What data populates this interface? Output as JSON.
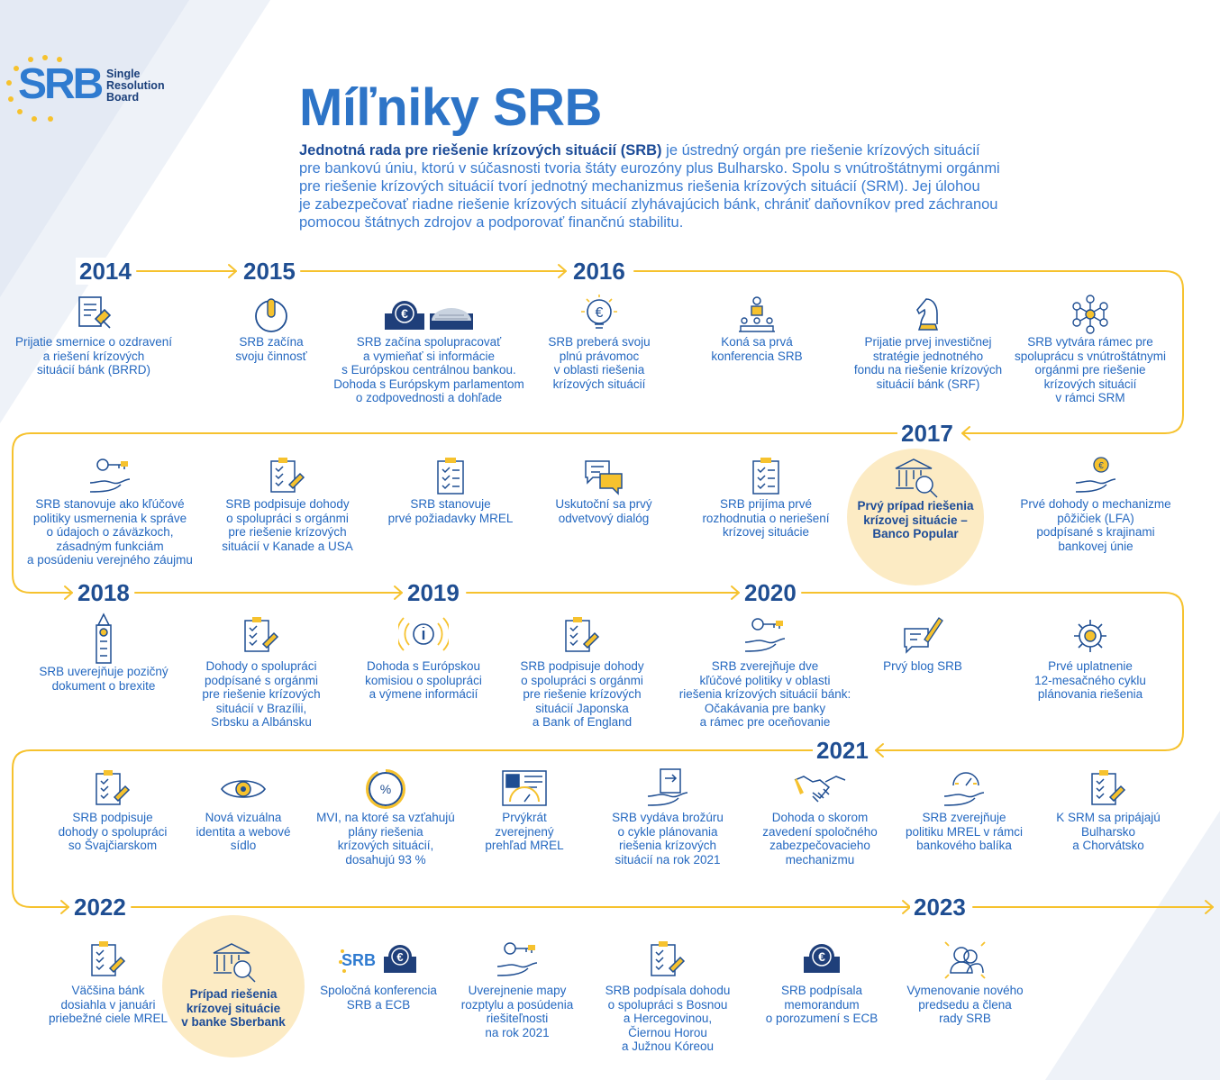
{
  "title": "Míľniky SRB",
  "logo": {
    "mark": "SRB",
    "line1": "Single",
    "line2": "Resolution",
    "line3": "Board"
  },
  "intro": {
    "bold": "Jednotná rada pre riešenie krízových situácií (SRB)",
    "l1": " je ústredný orgán pre riešenie krízových situácií",
    "l2": "pre bankovú úniu, ktorú v súčasnosti tvoria štáty eurozóny plus Bulharsko. Spolu s vnútroštátnymi orgánmi",
    "l3": "pre riešenie krízových situácií tvorí jednotný mechanizmus riešenia krízových situácií (SRM). Jej úlohou",
    "l4": "je zabezpečovať riadne riešenie krízových situácií zlyhávajúcich bánk, chrániť daňovníkov pred záchranou",
    "l5": "pomocou štátnych zdrojov a podporovať finančnú stabilitu."
  },
  "colors": {
    "line": "#f6c22e",
    "title": "#2d74c7",
    "text": "#2468c0",
    "year": "#1f4e92",
    "highlight": "#fcebc4"
  },
  "years": {
    "y2014": "2014",
    "y2015": "2015",
    "y2016": "2016",
    "y2017": "2017",
    "y2018": "2018",
    "y2019": "2019",
    "y2020": "2020",
    "y2021": "2021",
    "y2022": "2022",
    "y2023": "2023"
  },
  "items": {
    "a1": {
      "icon": "legal-document-gavel-icon",
      "text": "Prijatie smernice o ozdravení\na riešení krízových\nsituácií bánk (BRRD)"
    },
    "a2": {
      "icon": "power-icon",
      "text": "SRB začína\nsvoju činnosť"
    },
    "a3": {
      "icon": "ecb-parliament-icon",
      "text": "SRB začína spolupracovať\na vymieňať si informácie\ns Európskou centrálnou bankou.\nDohoda s Európskym parlamentom\no zodpovednosti a dohľade"
    },
    "a4": {
      "icon": "euro-bulb-icon",
      "text": "SRB preberá svoju\nplnú právomoc\nv oblasti riešenia\nkrízových situácií"
    },
    "a5": {
      "icon": "podium-audience-icon",
      "text": "Koná sa prvá\nkonferencia SRB"
    },
    "a6": {
      "icon": "chess-knight-icon",
      "text": "Prijatie prvej investičnej\nstratégie jednotného\nfondu na riešenie krízových\nsituácií bánk (SRF)"
    },
    "a7": {
      "icon": "network-icon",
      "text": "SRB vytvára rámec pre\nspoluprácu s vnútroštátnymi\norgánmi pre riešenie\nkrízových situácií\nv rámci SRM"
    },
    "b1": {
      "icon": "hand-key-icon",
      "text": "SRB stanovuje ako kľúčové\npolitiky usmernenia k správe\no údajoch o záväzkoch,\nzásadným funkciám\na posúdeniu verejného záujmu"
    },
    "b2": {
      "icon": "signed-document-icon",
      "text": "SRB podpisuje dohody\no spolupráci s orgánmi\npre riešenie krízových\nsituácií v Kanade a USA"
    },
    "b3": {
      "icon": "checklist-icon",
      "text": "SRB stanovuje\nprvé požiadavky MREL"
    },
    "b4": {
      "icon": "speech-bubbles-icon",
      "text": "Uskutoční sa prvý\nodvetvový dialóg"
    },
    "b5": {
      "icon": "checklist-icon",
      "text": "SRB prijíma prvé\nrozhodnutia o neriešení\nkrízovej situácie"
    },
    "b6": {
      "icon": "bank-magnifier-icon",
      "text": "Prvý prípad riešenia\nkrízovej situácie –\nBanco Popular"
    },
    "b7": {
      "icon": "hand-coin-icon",
      "text": "Prvé dohody o mechanizme\npôžičiek (LFA)\npodpísané s krajinami\nbankovej únie"
    },
    "c1": {
      "icon": "big-ben-icon",
      "text": "SRB uverejňuje pozičný\ndokument o brexite"
    },
    "c2": {
      "icon": "signed-document-icon",
      "text": "Dohody o spolupráci\npodpísané s orgánmi\npre riešenie krízových\nsituácií v Brazílii,\nSrbsku a Albánsku"
    },
    "c3": {
      "icon": "info-broadcast-icon",
      "text": "Dohoda s Európskou\nkomisiou o spolupráci\na výmene informácií"
    },
    "c4": {
      "icon": "signed-document-icon",
      "text": "SRB podpisuje dohody\no spolupráci s orgánmi\npre riešenie krízových\nsituácií Japonska\na Bank of England"
    },
    "c5": {
      "icon": "hand-key-icon",
      "text": "SRB zverejňuje dve\nkľúčové politiky v oblasti\nriešenia krízových situácií bánk:\nOčakávania pre banky\na rámec pre oceňovanie"
    },
    "c6": {
      "icon": "blog-pen-icon",
      "text": "Prvý blog SRB"
    },
    "c7": {
      "icon": "gear-icon",
      "text": "Prvé uplatnenie\n12-mesačného cyklu\nplánovania riešenia"
    },
    "d1": {
      "icon": "signed-document-icon",
      "text": "SRB podpisuje\ndohody o spolupráci\nso Švajčiarskom"
    },
    "d2": {
      "icon": "eye-icon",
      "text": "Nová vizuálna\nidentita a webové\nsídlo"
    },
    "d3": {
      "icon": "percent-ring-icon",
      "text": "MVI, na ktoré sa vzťahujú\nplány riešenia\nkrízových situácií,\ndosahujú 93 %",
      "pct_label": "%",
      "progress": 0.93
    },
    "d4": {
      "icon": "dashboard-icon",
      "text": "Prvýkrát\nzverejnený\nprehľad MREL"
    },
    "d5": {
      "icon": "hand-document-icon",
      "text": "SRB vydáva brožúru\no cykle plánovania\nriešenia krízových\nsituácií na rok 2021"
    },
    "d6": {
      "icon": "handshake-icon",
      "text": "Dohoda o skorom\nzavedení spoločného\nzabezpečovacieho\nmechanizmu"
    },
    "d7": {
      "icon": "hand-gauge-icon",
      "text": "SRB zverejňuje\npolitiku MREL v rámci\nbankového balíka"
    },
    "d8": {
      "icon": "signed-document-icon",
      "text": "K SRM sa pripájajú\nBulharsko\na Chorvátsko"
    },
    "e1": {
      "icon": "signed-document-icon",
      "text": "Väčšina bánk\ndosiahla v januári\npriebežné ciele MREL"
    },
    "e2": {
      "icon": "bank-magnifier-icon",
      "text": "Prípad riešenia\nkrízovej situácie\nv banke Sberbank"
    },
    "e3": {
      "icon": "srb-ecb-logos-icon",
      "text": "Spoločná konferencia\nSRB a ECB",
      "badge": "SRB"
    },
    "e4": {
      "icon": "hand-key-icon",
      "text": "Uverejnenie mapy\nrozptylu a posúdenia\nriešiteľnosti\nna rok 2021"
    },
    "e5": {
      "icon": "signed-document-icon",
      "text": "SRB podpísala dohodu\no spolupráci s Bosnou\na Hercegovinou,\nČiernou Horou\na Južnou Kóreou"
    },
    "e6": {
      "icon": "ecb-euro-icon",
      "text": "SRB podpísala\nmemorandum\no porozumení s ECB"
    },
    "e7": {
      "icon": "new-member-icon",
      "text": "Vymenovanie nového\npredsedu a člena\nrady SRB"
    }
  }
}
